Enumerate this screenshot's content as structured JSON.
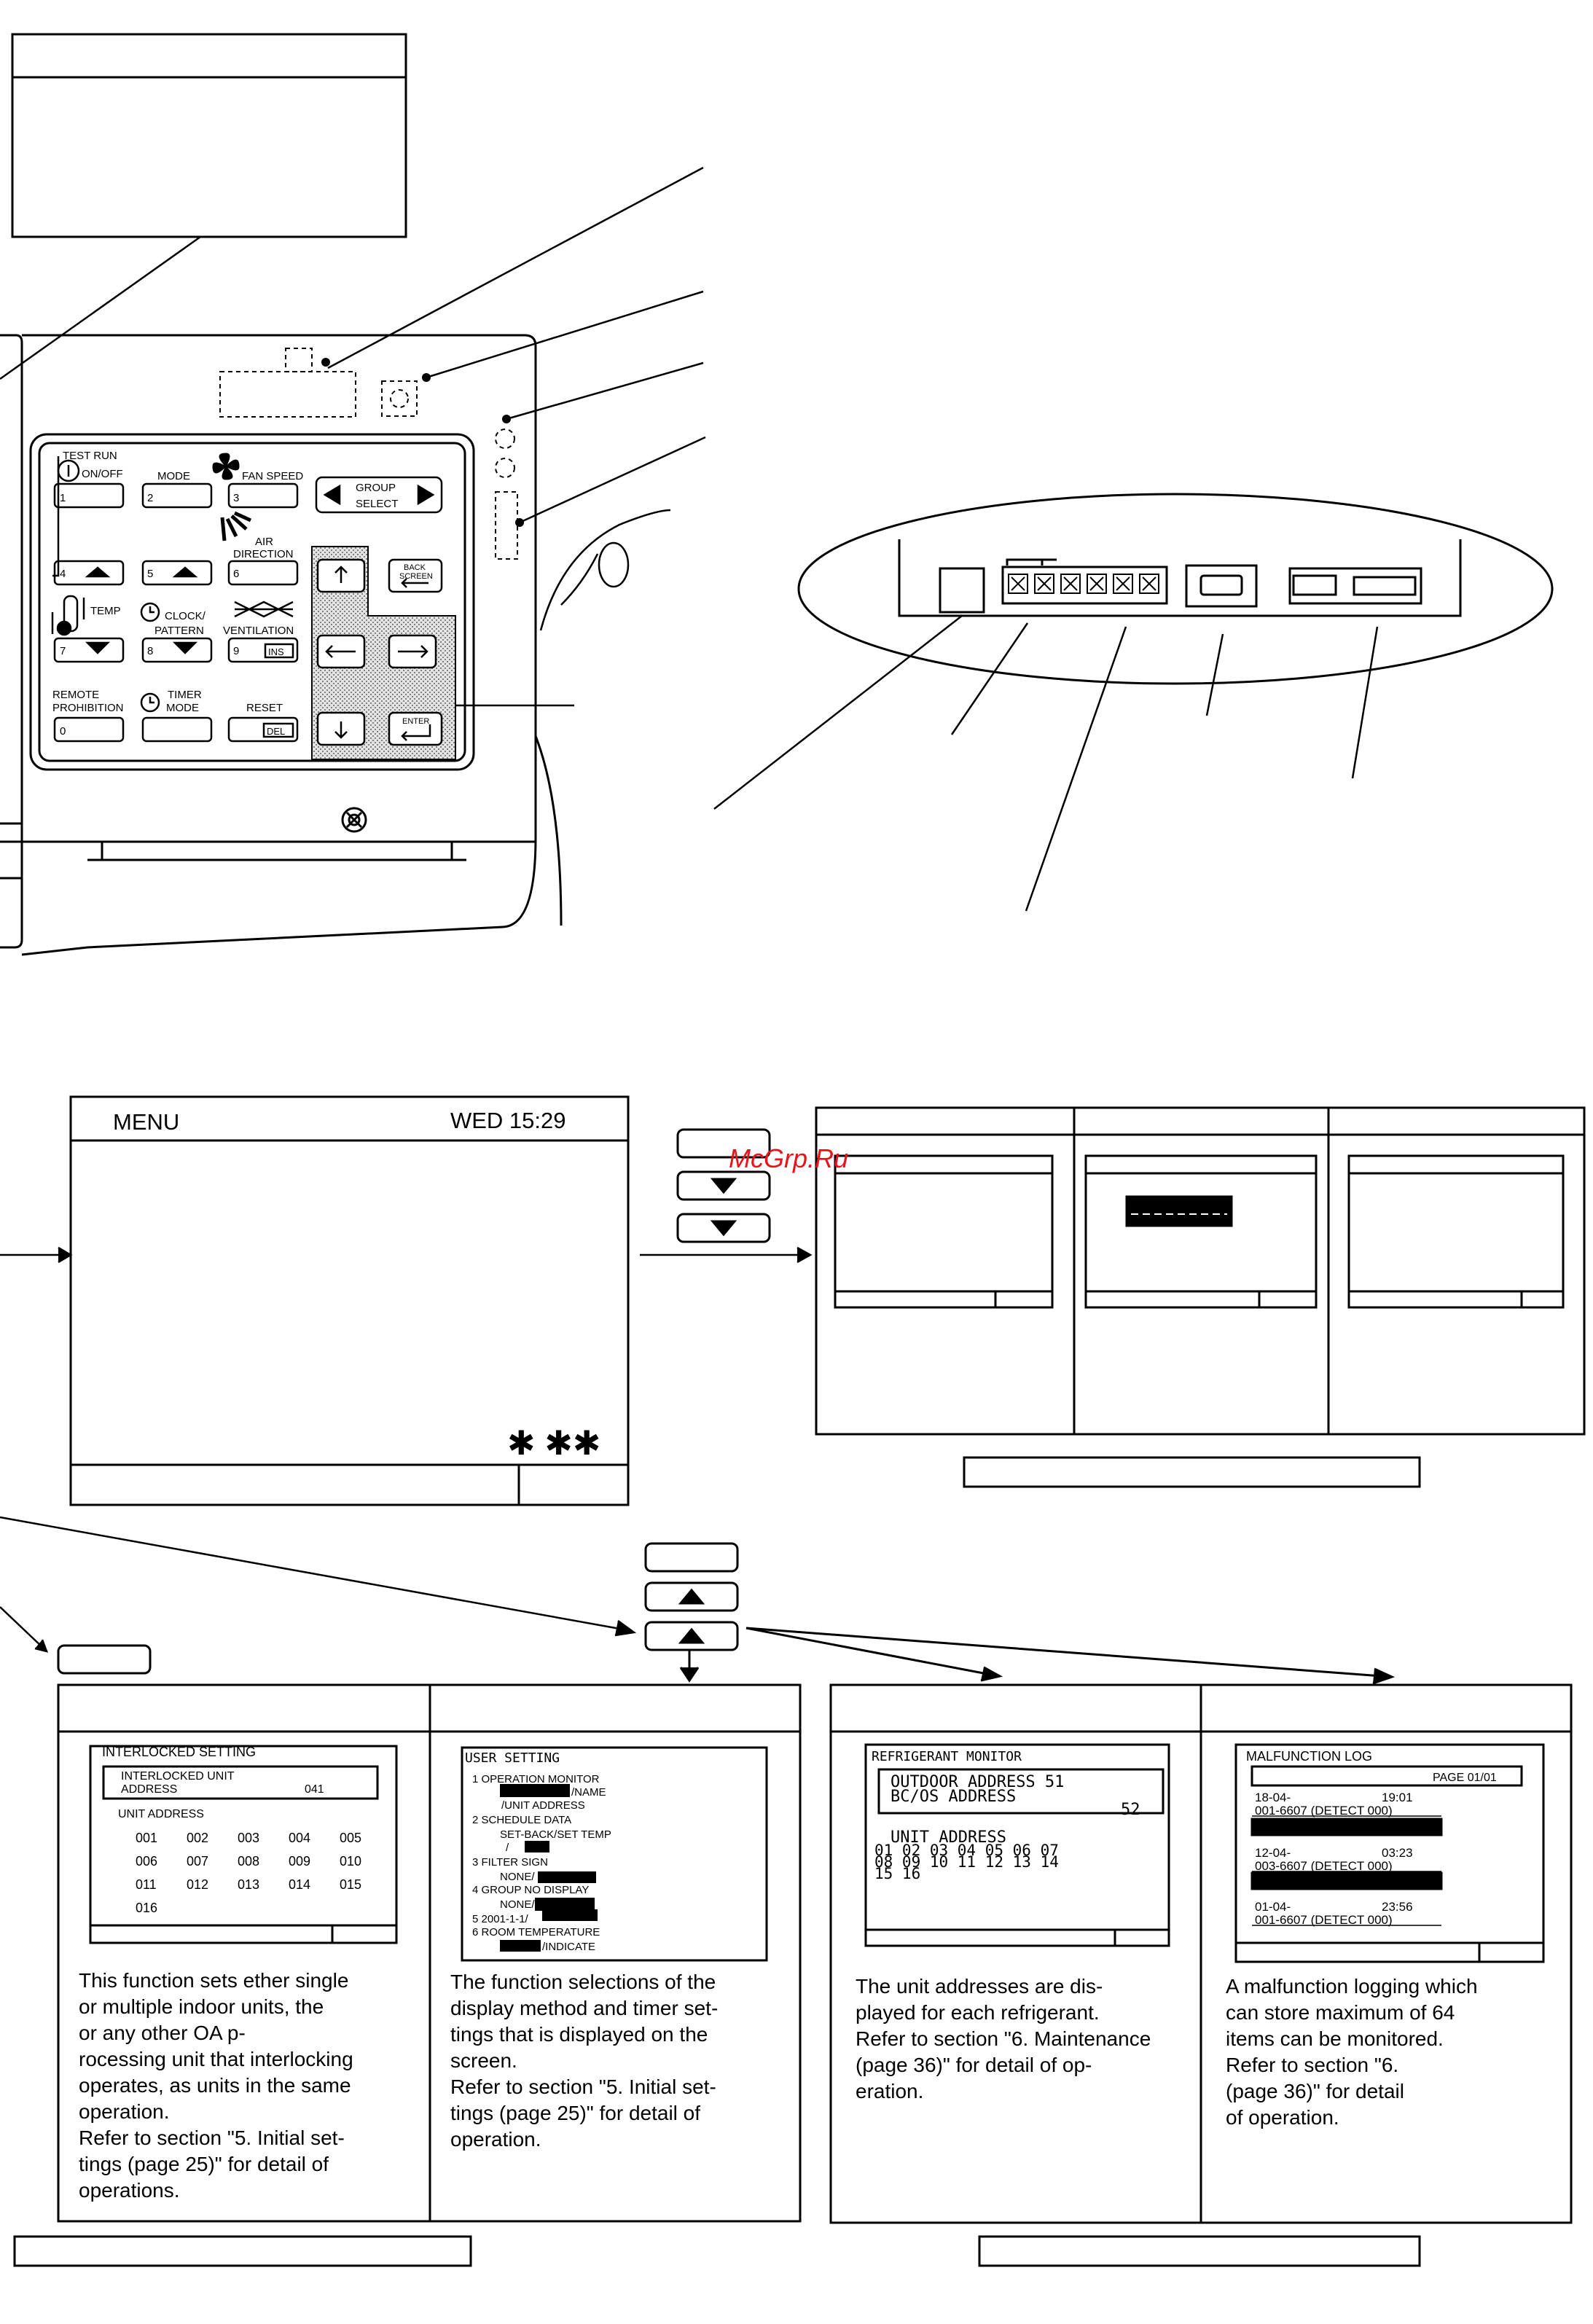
{
  "watermark": "McGrp.Ru",
  "remote": {
    "test_run": "TEST RUN",
    "on_off": "ON/OFF",
    "mode": "MODE",
    "fan_speed": "FAN SPEED",
    "group_select_1": "GROUP",
    "group_select_2": "SELECT",
    "air_direction_1": "AIR",
    "air_direction_2": "DIRECTION",
    "temp": "TEMP",
    "clock_1": "CLOCK/",
    "clock_2": "PATTERN",
    "ventilation": "VENTILATION",
    "back_screen_1": "BACK",
    "back_screen_2": "SCREEN",
    "remote_prohibition_1": "REMOTE",
    "remote_prohibition_2": "PROHIBITION",
    "timer_mode_1": "TIMER",
    "timer_mode_2": "MODE",
    "reset": "RESET",
    "enter": "ENTER",
    "ins": "INS",
    "del": "DEL",
    "keys": [
      "1",
      "2",
      "3",
      "4",
      "5",
      "6",
      "7",
      "8",
      "9",
      "0"
    ]
  },
  "menu_screen": {
    "title": "MENU",
    "datetime": "WED  15:29",
    "stars": "✱ ✱✱"
  },
  "interlocked": {
    "title": "INTERLOCKED SETTING",
    "field_1": "INTERLOCKED UNIT",
    "field_2": "ADDRESS",
    "field_value": "041",
    "unit_label": "UNIT  ADDRESS",
    "rows": [
      [
        "001",
        "002",
        "003",
        "004",
        "005"
      ],
      [
        "006",
        "007",
        "008",
        "009",
        "010"
      ],
      [
        "011",
        "012",
        "013",
        "014",
        "015"
      ],
      [
        "016"
      ]
    ],
    "description": "This function sets ether single\nor multiple indoor units, the\n           or any other OA p-\nrocessing unit that interlocking\noperates, as units in the same\noperation.\nRefer to section \"5. Initial set-\ntings (page 25)\" for detail of\noperations."
  },
  "user_setting": {
    "title": "USER  SETTING",
    "lines": [
      "1   OPERATION MONITOR",
      "/NAME",
      "/UNIT ADDRESS",
      "2   SCHEDULE DATA",
      "SET-BACK/SET TEMP",
      "/",
      "3   FILTER SIGN",
      "NONE/",
      "4   GROUP NO DISPLAY",
      "NONE/",
      "5   2001-1-1/",
      "6   ROOM TEMPERATURE",
      "/INDICATE"
    ],
    "description": "The function selections of the\ndisplay method and timer set-\ntings that is displayed on the\nscreen.\nRefer to section \"5. Initial set-\ntings (page 25)\" for detail of\noperation."
  },
  "refrigerant": {
    "title": "REFRIGERANT  MONITOR",
    "outdoor": "OUTDOOR  ADDRESS  51",
    "bc": "BC/OS  ADDRESS",
    "bc_value": "52",
    "unit_label": "UNIT  ADDRESS",
    "row_1": "01  02  03  04  05  06  07",
    "row_2": "08  09  10  11  12  13  14",
    "row_3": "15  16",
    "description": "The unit addresses are dis-\nplayed for each refrigerant.\nRefer to section \"6. Maintenance\n(page 36)\" for detail of op-\neration."
  },
  "malfunction": {
    "title": "MALFUNCTION LOG",
    "page": "PAGE 01/01",
    "entries": [
      {
        "date": "18-04-",
        "time": "19:01",
        "code": "001-6607  (DETECT  000)"
      },
      {
        "date": "12-04-",
        "time": "03:23",
        "code": "003-6607  (DETECT  000)"
      },
      {
        "date": "01-04-",
        "time": "23:56",
        "code": "001-6607  (DETECT  000)"
      }
    ],
    "description": "A malfunction logging which\ncan store   maximum of 64\nitems      can be monitored.\nRefer to section \"6.\n            (page 36)\" for detail\nof operation."
  },
  "colors": {
    "ink": "#000000",
    "paper": "#ffffff",
    "shade": "#cfcfcf",
    "watermark": "#e8131b"
  }
}
